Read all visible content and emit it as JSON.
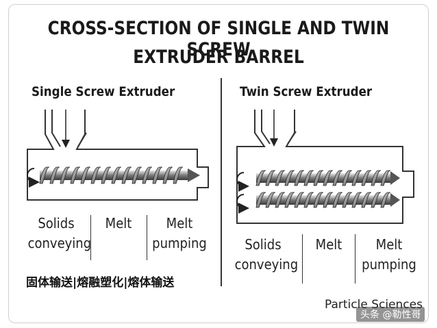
{
  "title": {
    "line1": "CROSS-SECTION OF SINGLE AND TWIN SCREW",
    "line2": "EXTRUDER BARREL"
  },
  "single": {
    "label": "Single Screw Extruder",
    "zones": [
      {
        "line1": "Solids",
        "line2": "conveying"
      },
      {
        "line1": "Melt",
        "line2": ""
      },
      {
        "line1": "Melt",
        "line2": "pumping"
      }
    ]
  },
  "twin": {
    "label": "Twin Screw Extruder",
    "zones": [
      {
        "line1": "Solids",
        "line2": "conveying"
      },
      {
        "line1": "Melt",
        "line2": ""
      },
      {
        "line1": "Melt",
        "line2": "pumping"
      }
    ]
  },
  "chinese_caption": "固体输送|熔融塑化|熔体输送",
  "credit": "Particle Sciences",
  "watermark": "头条 @勒性哥",
  "colors": {
    "screw_dark": "#4a4a4a",
    "screw_light": "#d8d8d8",
    "barrel_stroke": "#333333"
  }
}
